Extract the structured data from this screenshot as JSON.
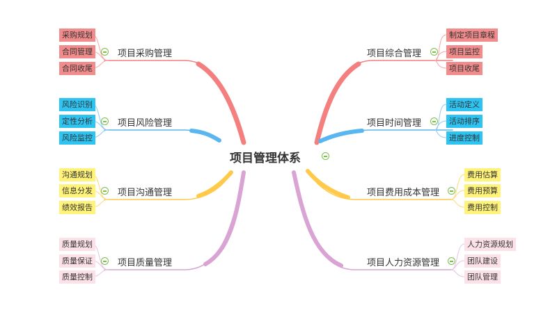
{
  "center": {
    "label": "项目管理体系"
  },
  "colors": {
    "red": "#f28c8c",
    "blue": "#2ec4f2",
    "yellow": "#fff37a",
    "pink": "#fde1e8"
  },
  "branches": [
    {
      "label": "项目采购管理",
      "leaves": [
        "采购规划",
        "合同管理",
        "合同收尾"
      ]
    },
    {
      "label": "项目风险管理",
      "leaves": [
        "风险识别",
        "定性分析",
        "风险监控"
      ]
    },
    {
      "label": "项目沟通管理",
      "leaves": [
        "沟通规划",
        "信息分发",
        "绩效报告"
      ]
    },
    {
      "label": "项目质量管理",
      "leaves": [
        "质量规划",
        "质量保证",
        "质量控制"
      ]
    },
    {
      "label": "项目综合管理",
      "leaves": [
        "制定项目章程",
        "项目监控",
        "项目收尾"
      ]
    },
    {
      "label": "项目时间管理",
      "leaves": [
        "活动定义",
        "活动排序",
        "进度控制"
      ]
    },
    {
      "label": "项目费用成本管理",
      "leaves": [
        "费用估算",
        "费用预算",
        "费用控制"
      ]
    },
    {
      "label": "项目人力资源管理",
      "leaves": [
        "人力资源规划",
        "团队建设",
        "团队管理"
      ]
    }
  ]
}
